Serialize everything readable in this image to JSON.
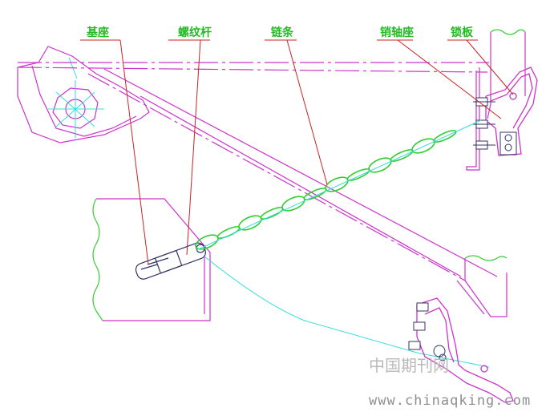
{
  "labels": {
    "base": "基座",
    "screw_rod": "螺纹杆",
    "chain": "链条",
    "pin_seat": "销轴座",
    "lock_plate": "锁板"
  },
  "watermark": {
    "cn": "中国期刊网",
    "url": "www.chinaqking.com"
  },
  "colors": {
    "outline": "#cc33cc",
    "chain": "#33cc33",
    "leader": "#cc2222",
    "centerline": "#33dddd",
    "bolt": "#333366"
  }
}
